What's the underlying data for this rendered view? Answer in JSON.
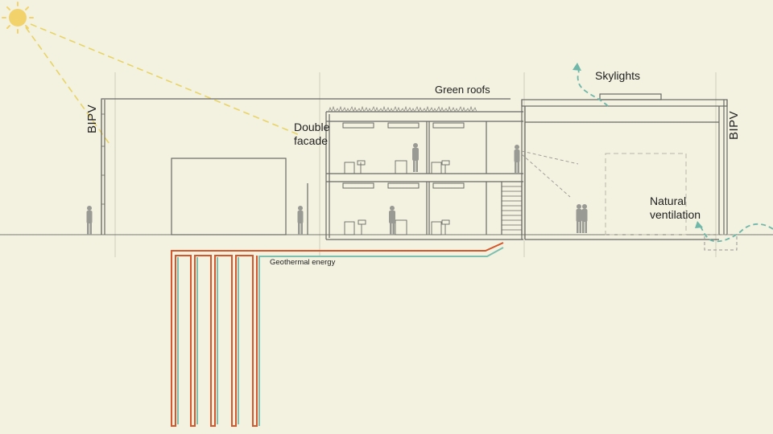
{
  "labels": {
    "bipv_left": "BIPV",
    "bipv_right": "BIPV",
    "double_facade": "Double\nfacade",
    "green_roofs": "Green roofs",
    "skylights": "Skylights",
    "natural_ventilation": "Natural\nventilation",
    "geothermal_energy": "Geothermal energy"
  },
  "colors": {
    "background": "#f3f1e0",
    "structure": "#6a6a66",
    "guide": "#c8c6b6",
    "sun": "#f2d36b",
    "sun_ray": "#e8d466",
    "airflow": "#6fb7a8",
    "geo_hot": "#d4562a",
    "geo_cold": "#7ec0b0",
    "figure": "#9a9a94"
  },
  "icons": [
    "sun-icon",
    "person-icon",
    "airflow-arrow-icon",
    "desk-icon"
  ]
}
